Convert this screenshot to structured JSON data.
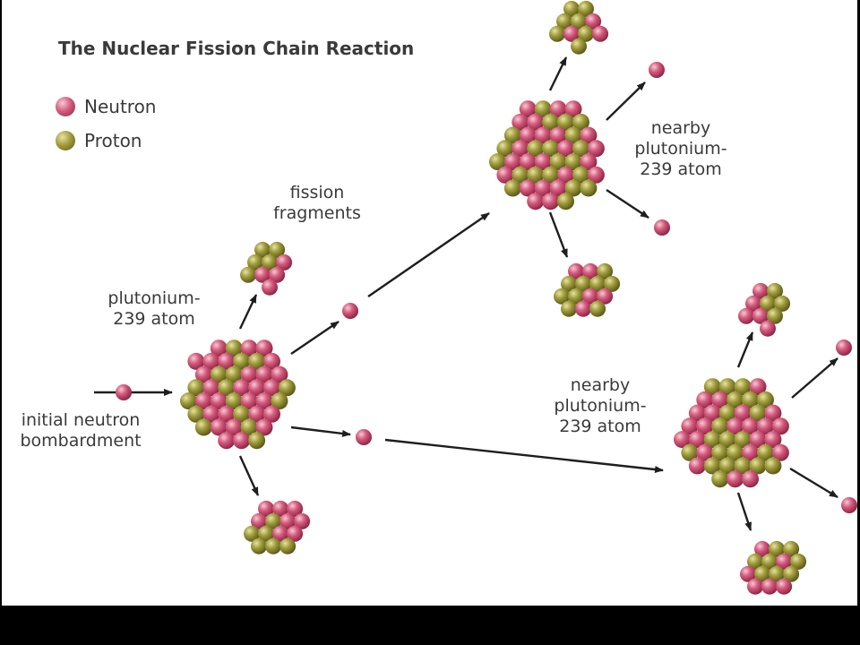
{
  "title": "The Nuclear Fission Chain Reaction",
  "legend": {
    "neutron": "Neutron",
    "proton": "Proton"
  },
  "colors": {
    "neutron": "#c8486c",
    "proton": "#8c8a2e",
    "arrow": "#1e1e1e"
  },
  "labels": {
    "initial_neutron": [
      "initial neutron",
      "bombardment"
    ],
    "plutonium_atom": [
      "plutonium-",
      "239 atom"
    ],
    "fission_fragments": [
      "fission",
      "fragments"
    ],
    "nearby_upper": [
      "nearby",
      "plutonium-",
      "239 atom"
    ],
    "nearby_lower": [
      "nearby",
      "plutonium-",
      "239 atom"
    ]
  }
}
